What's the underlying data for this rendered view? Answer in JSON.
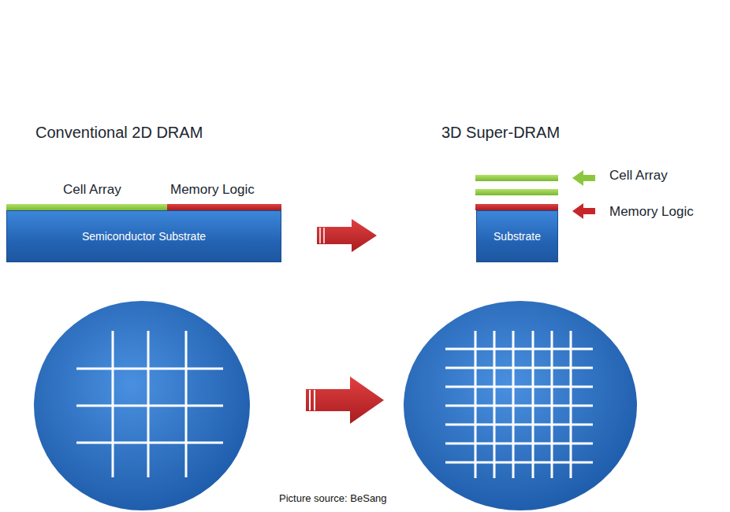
{
  "diagram": {
    "caption": "Picture source: BeSang",
    "nodes": [
      {
        "text": [
          "Semiconductor Substrate"
        ]
      },
      {
        "text": [
          "Substrate"
        ]
      }
    ],
    "labels": [
      "Conventional 2D DRAM",
      "3D Super-DRAM",
      "Cell Array",
      "Memory Logic",
      "Cell Array",
      "Memory Logic"
    ]
  }
}
